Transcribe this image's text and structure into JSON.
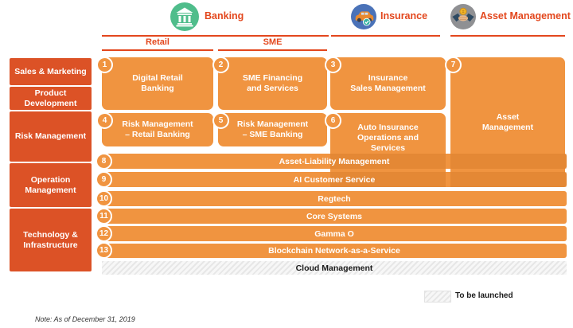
{
  "header": {
    "banking": {
      "label": "Banking",
      "icon": "bank-icon"
    },
    "insurance": {
      "label": "Insurance",
      "icon": "car-shield-icon"
    },
    "asset": {
      "label": "Asset Management",
      "icon": "handshake-coin-icon"
    },
    "subcolumns": {
      "retail": "Retail",
      "sme": "SME"
    }
  },
  "row_labels": [
    {
      "label": "Sales & Marketing"
    },
    {
      "label": "Product\nDevelopment"
    },
    {
      "label": "Risk Management"
    },
    {
      "label": "Operation\nManagement"
    },
    {
      "label": "Technology &\nInfrastructure"
    }
  ],
  "boxes": [
    {
      "num": "1",
      "label": "Digital Retail\nBanking"
    },
    {
      "num": "2",
      "label": "SME Financing\nand Services"
    },
    {
      "num": "3",
      "label": "Insurance\nSales Management"
    },
    {
      "num": "7",
      "label": "Asset\nManagement"
    },
    {
      "num": "4",
      "label": "Risk Management\n– Retail Banking"
    },
    {
      "num": "5",
      "label": "Risk Management\n– SME Banking"
    },
    {
      "num": "6",
      "label": "Auto Insurance\nOperations and\nServices"
    }
  ],
  "bars": [
    {
      "num": "8",
      "label": "Asset-Liability Management"
    },
    {
      "num": "9",
      "label": "AI Customer Service"
    },
    {
      "num": "10",
      "label": "Regtech"
    },
    {
      "num": "11",
      "label": "Core Systems"
    },
    {
      "num": "12",
      "label": "Gamma O"
    },
    {
      "num": "13",
      "label": "Blockchain Network-as-a-Service"
    }
  ],
  "cloud_bar": {
    "label": "Cloud Management"
  },
  "legend": {
    "label": "To be launched"
  },
  "note": "Note: As of December 31, 2019",
  "colors": {
    "accent_dark": "#DC5226",
    "accent": "#F09440",
    "line_red": "#E3471D",
    "bank_green": "#4FBD8B",
    "insurance_blue": "#4A72B8",
    "asset_gray": "#8F9093"
  }
}
